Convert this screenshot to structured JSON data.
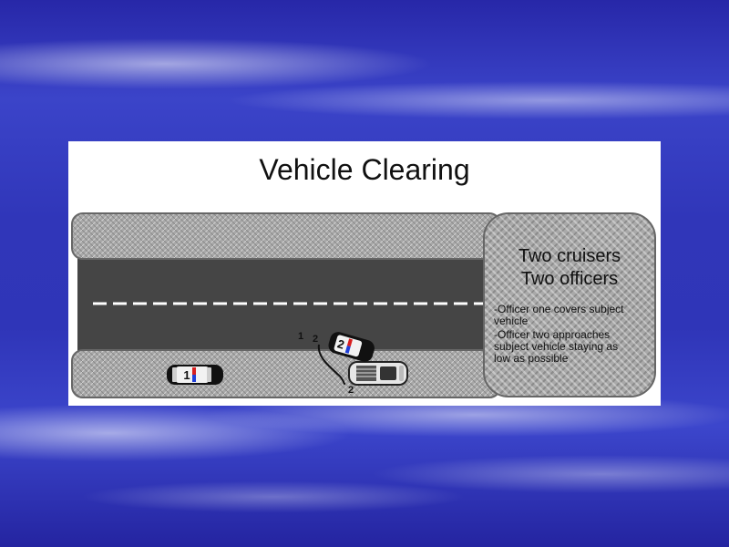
{
  "title": "Vehicle Clearing",
  "info_box": {
    "heading_line1": "Two cruisers",
    "heading_line2": "Two officers",
    "note1_line1": "-Officer one covers subject",
    "note1_line2": " vehicle",
    "note2_line1": "-Officer two approaches",
    "note2_line2": " subject vehicle staying as",
    "note2_line3": " low as possible"
  },
  "cruisers": [
    {
      "label": "1"
    },
    {
      "label": "2"
    }
  ],
  "officer_markers": [
    {
      "label": "1"
    },
    {
      "label": "2"
    },
    {
      "label": "2"
    }
  ],
  "colors": {
    "road": "#454545",
    "curb": "#a8a8a8",
    "lane_marking": "#ffffff",
    "cruiser_siren_red": "#d81f1f",
    "cruiser_siren_blue": "#1f3fd8"
  }
}
